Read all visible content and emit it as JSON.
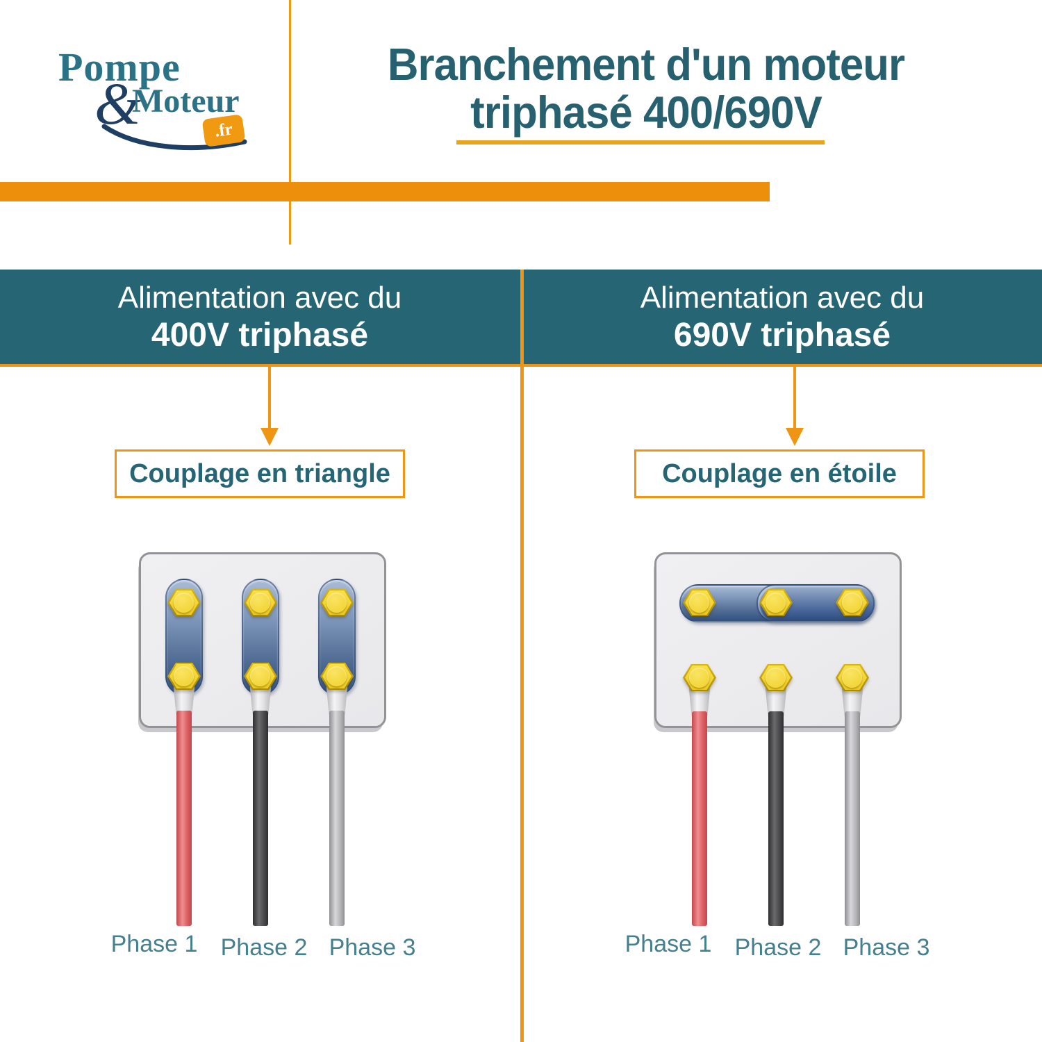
{
  "logo": {
    "word1": "Pompe",
    "ampersand": "&",
    "word2": "Moteur",
    "tld": ".fr"
  },
  "title": {
    "line1": "Branchement d'un moteur",
    "line2": "triphasé 400/690V"
  },
  "columns": [
    {
      "header_line1": "Alimentation avec du",
      "header_line2": "400V triphasé",
      "coupling": "Couplage en triangle",
      "phase_labels": [
        "Phase 1",
        "Phase 2",
        "Phase 3"
      ]
    },
    {
      "header_line1": "Alimentation avec du",
      "header_line2": "690V triphasé",
      "coupling": "Couplage en étoile",
      "phase_labels": [
        "Phase 1",
        "Phase 2",
        "Phase 3"
      ]
    }
  ],
  "colors": {
    "accent_orange": "#EE8F0B",
    "teal_band": "#266573",
    "title_teal": "#27606F",
    "label_teal": "#44808E",
    "wire_red": "#DD6064",
    "wire_dark": "#474749",
    "wire_light": "#B3B3B5",
    "nut_yellow": "#F0D02A",
    "slot_blue": "#49679A"
  }
}
